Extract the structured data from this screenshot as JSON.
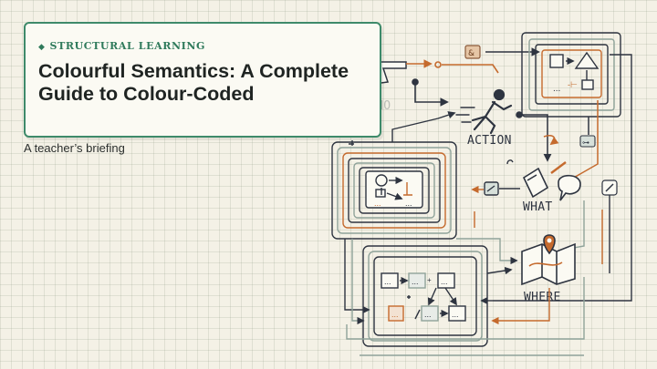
{
  "header": {
    "kicker": "STRUCTURAL LEARNING",
    "kicker_icon": "diamond-icon",
    "title": "Colourful Semantics: A Complete Guide to Colour-Coded",
    "subtitle": "A teacher’s briefing"
  },
  "diagram": {
    "labels": {
      "who": "WHO",
      "action": "ACTION",
      "what": "WHAT",
      "where": "WHERE"
    },
    "icons": [
      "pointing-hand-icon",
      "running-person-icon",
      "book-icon",
      "speech-bubble-icon",
      "map-pin-icon",
      "link-icon"
    ]
  },
  "colors": {
    "accent_green": "#3e8a6a",
    "ink": "#2e3440",
    "orange": "#c56a2d",
    "sage": "#8fa39a",
    "background": "#f4f1e6"
  }
}
